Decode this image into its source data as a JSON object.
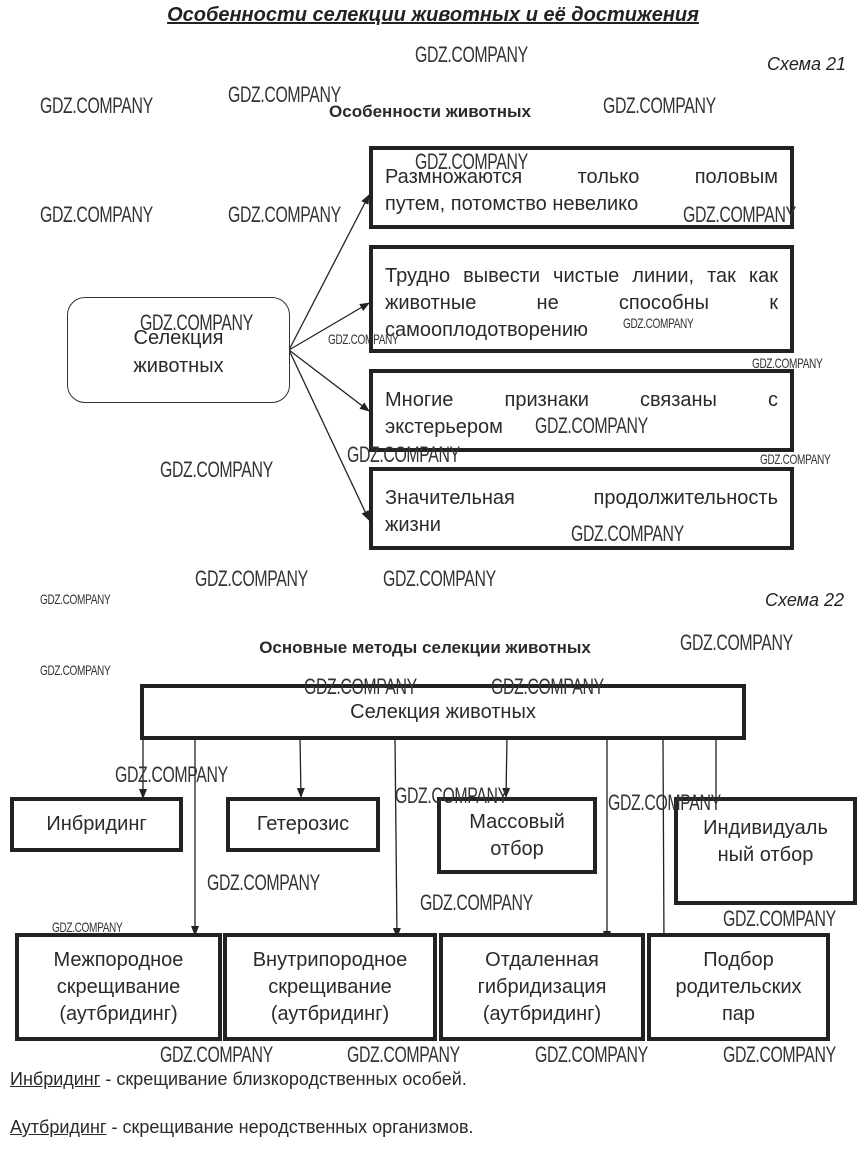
{
  "title": "Особенности селекции животных и её достижения",
  "scheme21": {
    "label": "Схема 21",
    "subtitle": "Особенности животных",
    "root": {
      "line1": "Селекция",
      "line2": "животных"
    },
    "features": [
      {
        "text": "Размножаются только половым",
        "last": "путем, потомство невелико"
      },
      {
        "text": "Трудно вывести чистые линии, так как животные не способны к",
        "last": "самооплодотворению"
      },
      {
        "text": "Многие признаки связаны с",
        "last": "экстерьером"
      },
      {
        "text": "Значительная продолжительность",
        "last": "жизни"
      }
    ]
  },
  "scheme22": {
    "label": "Схема 22",
    "subtitle": "Основные методы селекции животных",
    "root": "Селекция животных",
    "methods_row1": [
      {
        "line1": "Инбридинг",
        "line2": ""
      },
      {
        "line1": "Гетерозис",
        "line2": ""
      },
      {
        "line1": "Массовый",
        "line2": "отбор"
      },
      {
        "line1": "Индивидуаль",
        "line2": "ный отбор"
      }
    ],
    "methods_row2": [
      {
        "line1": "Межпородное",
        "line2": "скрещивание",
        "line3": "(аутбридинг)"
      },
      {
        "line1": "Внутрипородное",
        "line2": "скрещивание",
        "line3": "(аутбридинг)"
      },
      {
        "line1": "Отдаленная",
        "line2": "гибридизация",
        "line3": "(аутбридинг)"
      },
      {
        "line1": "Подбор",
        "line2": "родительских",
        "line3": "пар"
      }
    ]
  },
  "definitions": [
    {
      "term": "Инбридинг",
      "text": " - скрещивание близкородственных особей."
    },
    {
      "term": "Аутбридинг",
      "text": " - скрещивание неродственных организмов."
    }
  ],
  "watermark": "GDZ.COMPANY"
}
